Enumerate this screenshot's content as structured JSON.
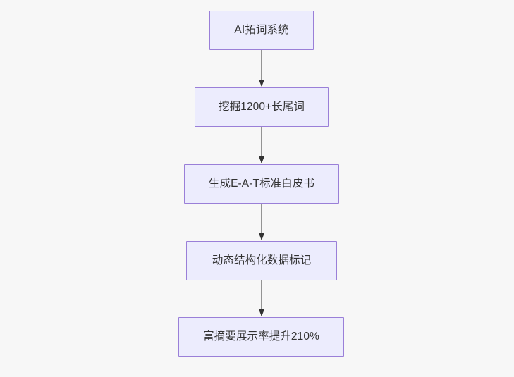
{
  "diagram": {
    "type": "flowchart",
    "direction": "top-to-bottom",
    "background_color": "#f7f7f7",
    "node_fill_color": "#ececfd",
    "node_border_color": "#9a7fd8",
    "node_text_color": "#333333",
    "edge_color": "#888888",
    "arrowhead_color": "#333333",
    "nodes": [
      {
        "id": "n1",
        "label": "AI拓词系统"
      },
      {
        "id": "n2",
        "label": "挖掘1200+长尾词"
      },
      {
        "id": "n3",
        "label": "生成E-A-T标准白皮书"
      },
      {
        "id": "n4",
        "label": "动态结构化数据标记"
      },
      {
        "id": "n5",
        "label": "富摘要展示率提升210%"
      }
    ],
    "edges": [
      {
        "from": "n1",
        "to": "n2",
        "label": ""
      },
      {
        "from": "n2",
        "to": "n3",
        "label": ""
      },
      {
        "from": "n3",
        "to": "n4",
        "label": ""
      },
      {
        "from": "n4",
        "to": "n5",
        "label": ""
      }
    ]
  }
}
